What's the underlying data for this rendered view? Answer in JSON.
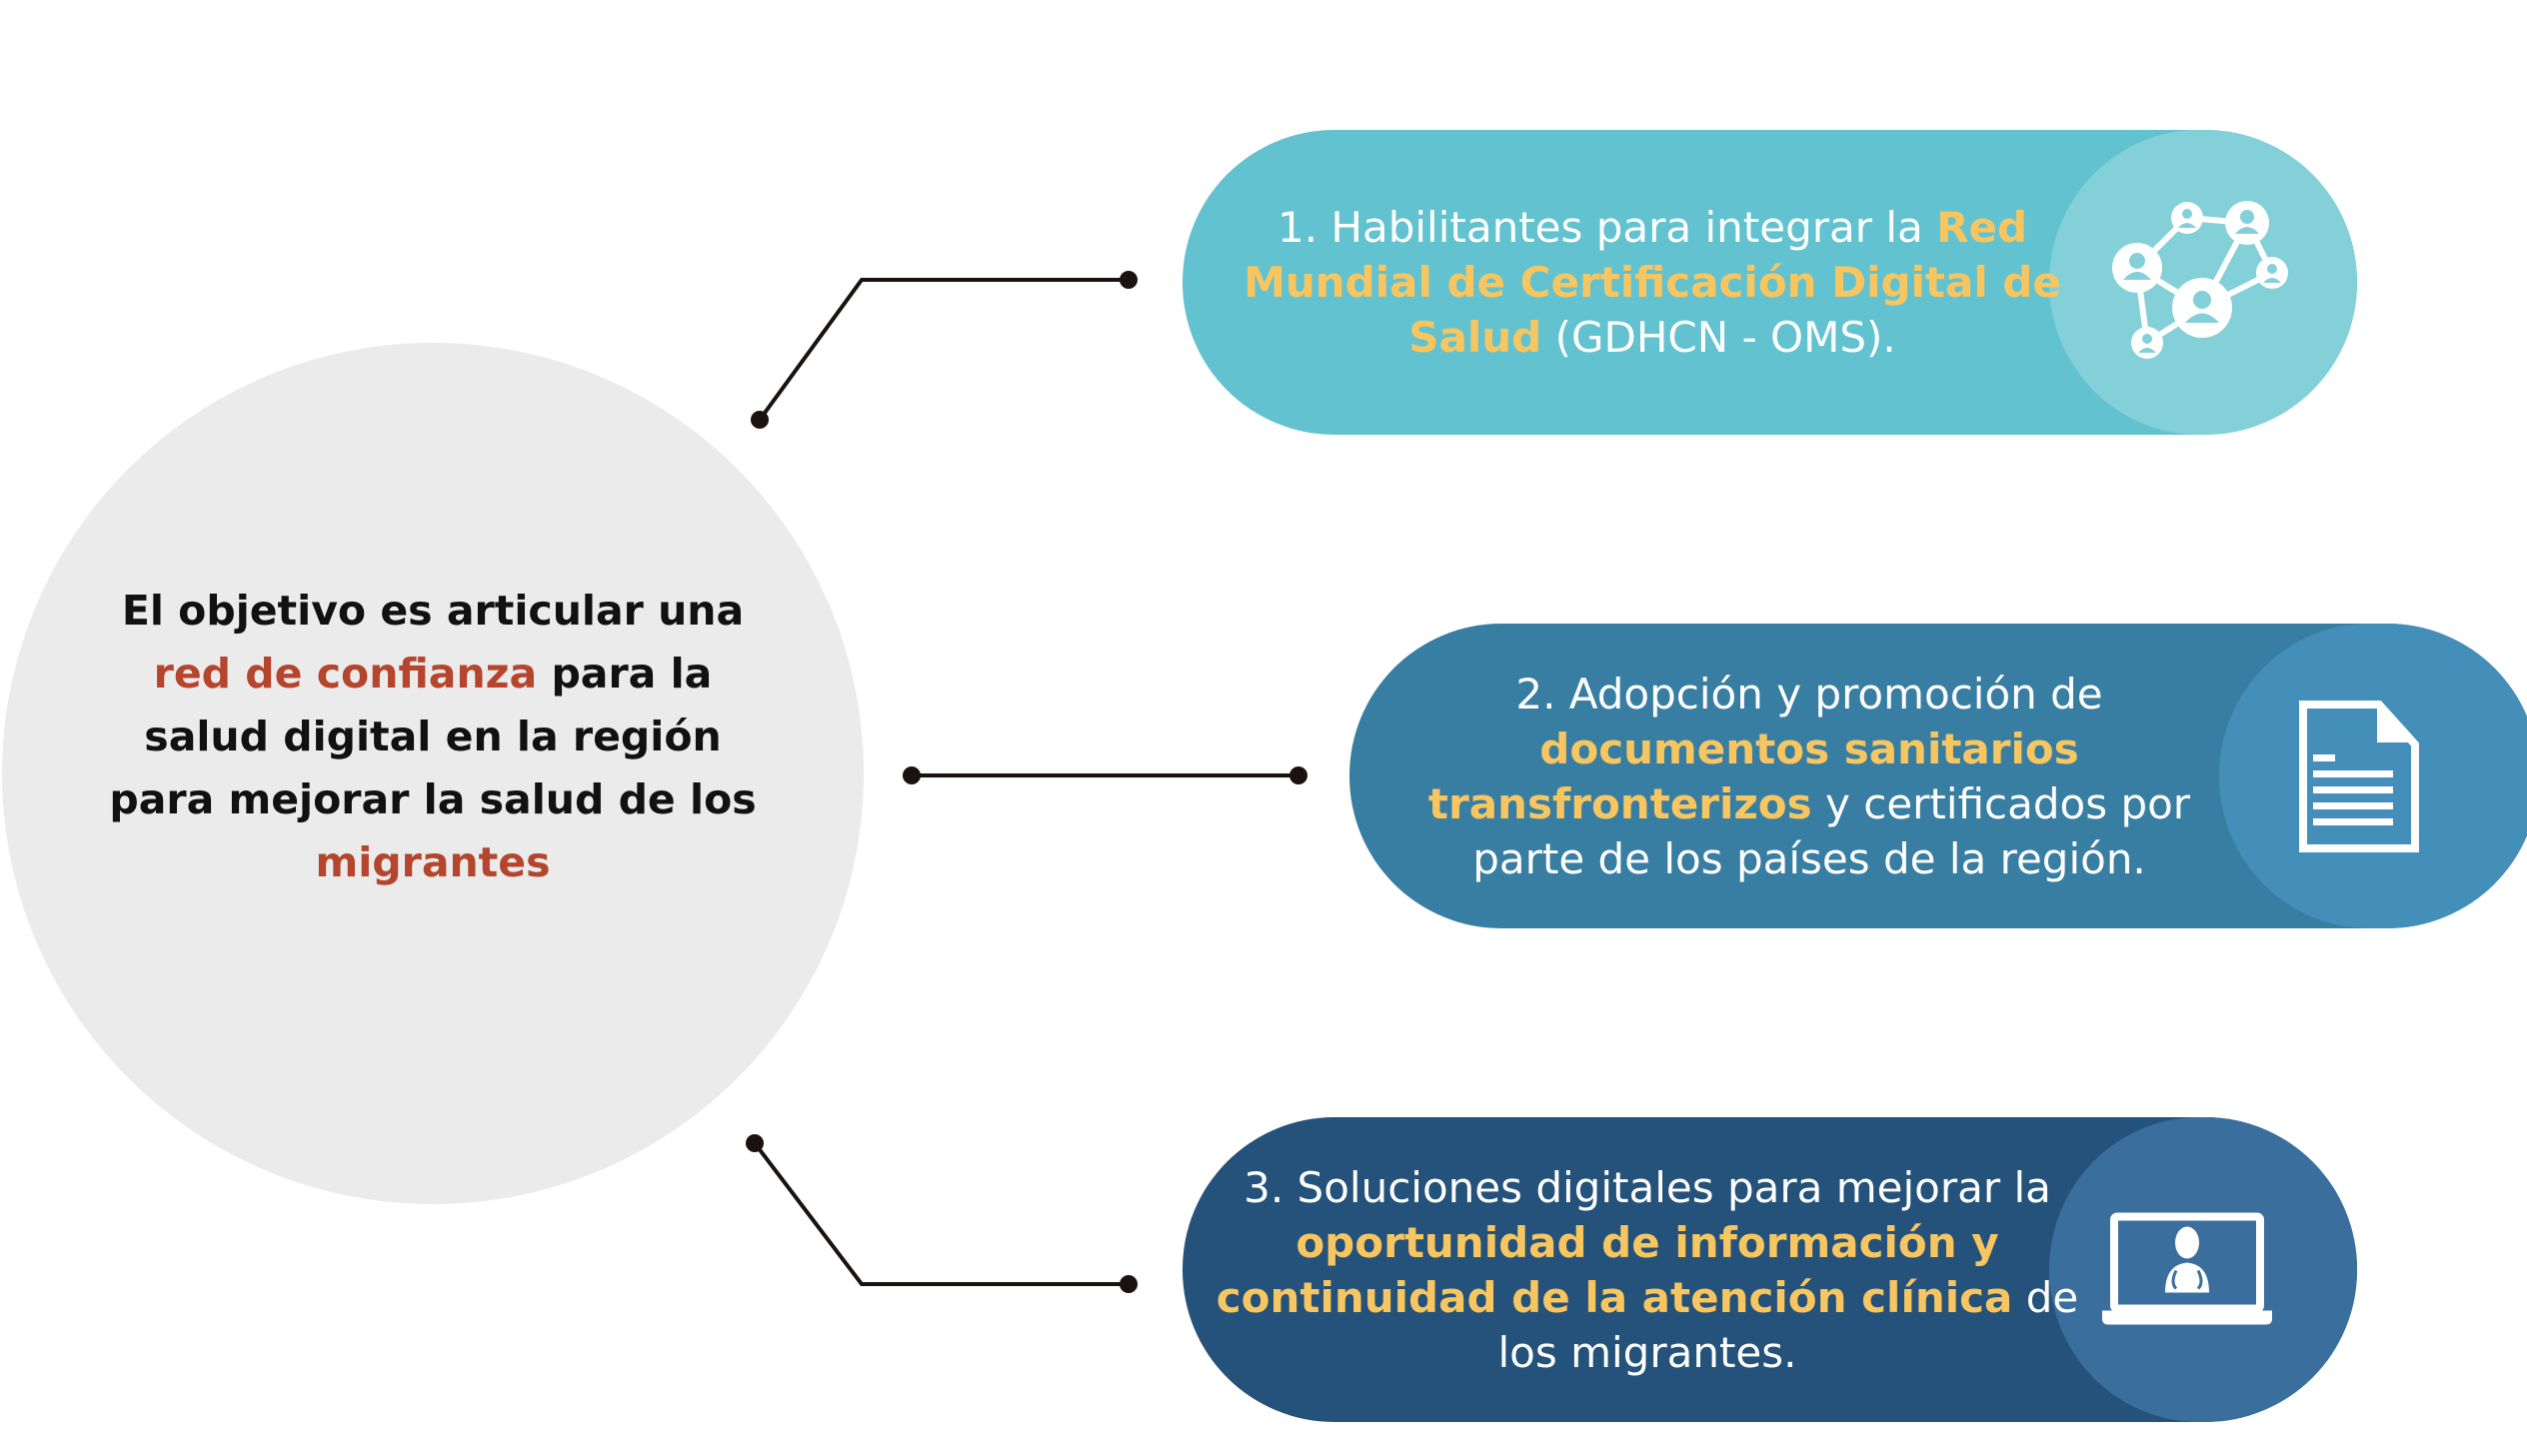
{
  "center": {
    "part1": "El objetivo es articular una ",
    "highlight1": "red de confianza",
    "part2": " para la salud digital en la región para mejorar la salud de los ",
    "highlight2": "migrantes"
  },
  "items": [
    {
      "prefix": "1. Habilitantes para integrar la ",
      "highlight": "Red Mundial de Certificación Digital de Salud",
      "suffix": " (GDHCN - OMS).",
      "icon": "network-people-icon"
    },
    {
      "prefix": "2. Adopción y promoción de ",
      "highlight": "documentos sanitarios transfronterizos",
      "suffix": " y certificados por parte de los países de la región.",
      "icon": "document-icon"
    },
    {
      "prefix": "3. Soluciones digitales para mejorar la ",
      "highlight": "oportunidad de información y continuidad de la atención clínica",
      "suffix": " de los migrantes.",
      "icon": "laptop-doctor-icon"
    }
  ],
  "colors": {
    "item1": "#62c2d0",
    "item1_light": "#84d0d9",
    "item2": "#387ea3",
    "item2_light": "#448eba",
    "item3": "#24527a",
    "item3_light": "#3a6e9c",
    "highlight": "#f8c660",
    "center_highlight": "#b5452d",
    "circle": "#ebebeb"
  }
}
